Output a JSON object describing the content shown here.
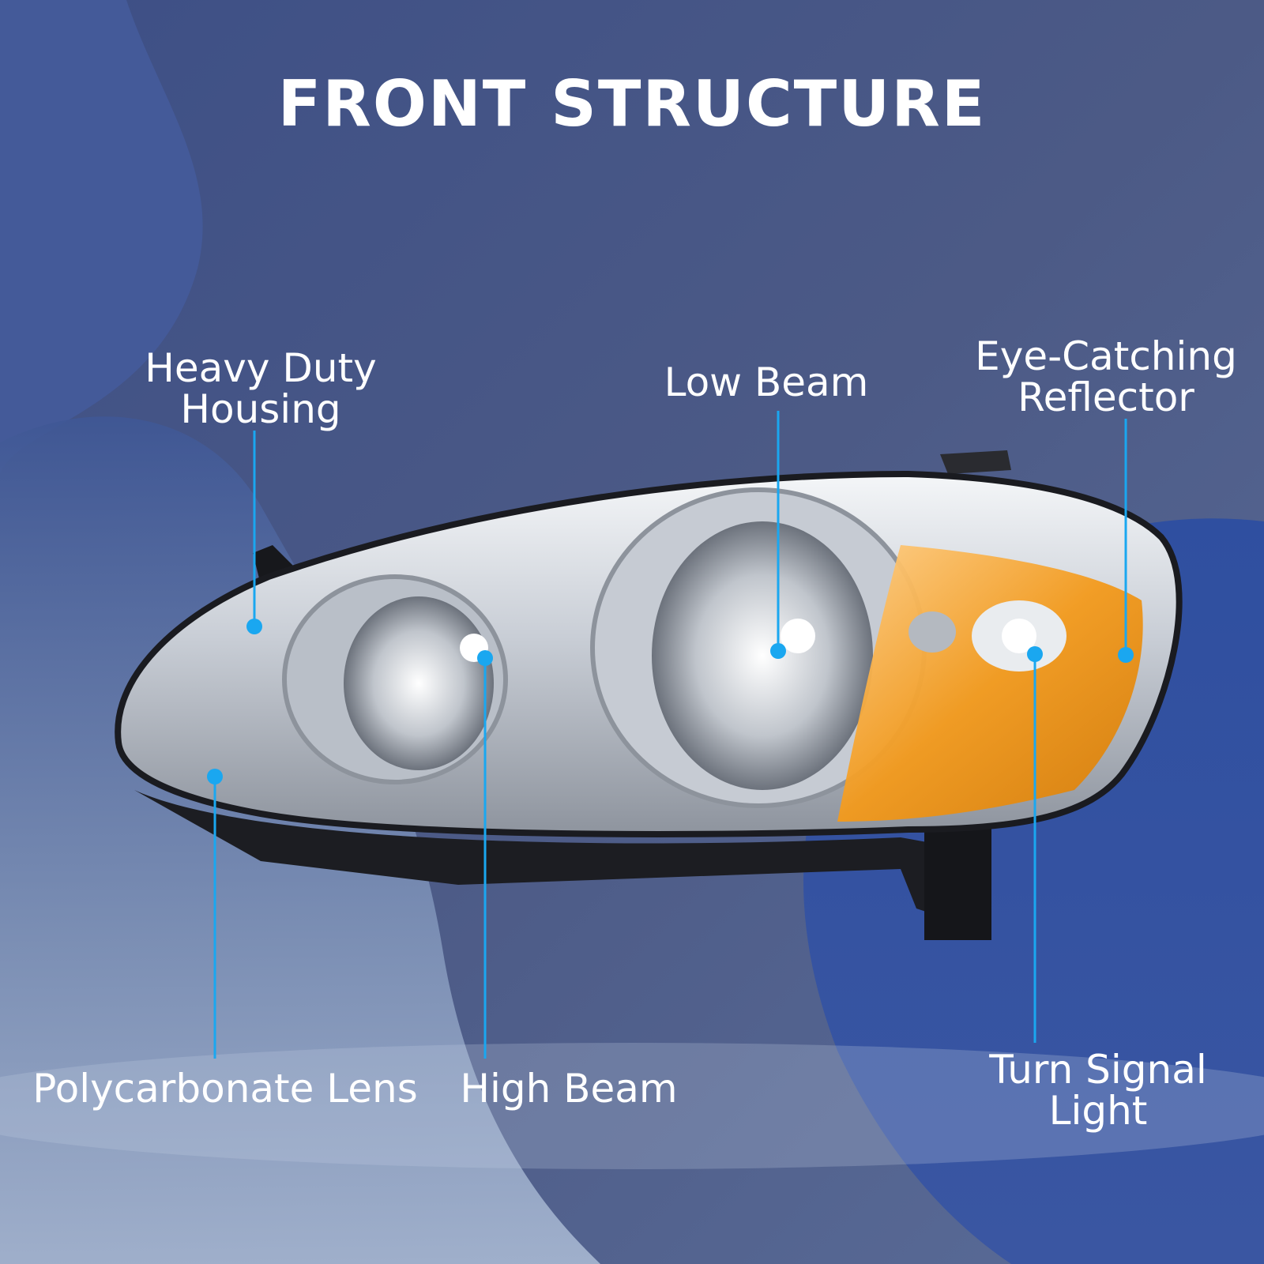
{
  "title": "FRONT STRUCTURE",
  "colors": {
    "background": "#4a5a8a",
    "accent": "#1aa7f0",
    "amber": "#f39a1c",
    "chrome": "#d9dde3"
  },
  "callouts": {
    "housing": {
      "line1": "Heavy Duty",
      "line2": "Housing"
    },
    "low_beam": {
      "line1": "Low Beam"
    },
    "reflector": {
      "line1": "Eye-Catching",
      "line2": "Reflector"
    },
    "lens": {
      "line1": "Polycarbonate Lens"
    },
    "high_beam": {
      "line1": "High Beam"
    },
    "turn": {
      "line1": "Turn Signal",
      "line2": "Light"
    }
  },
  "product_image": "headlight-assembly"
}
